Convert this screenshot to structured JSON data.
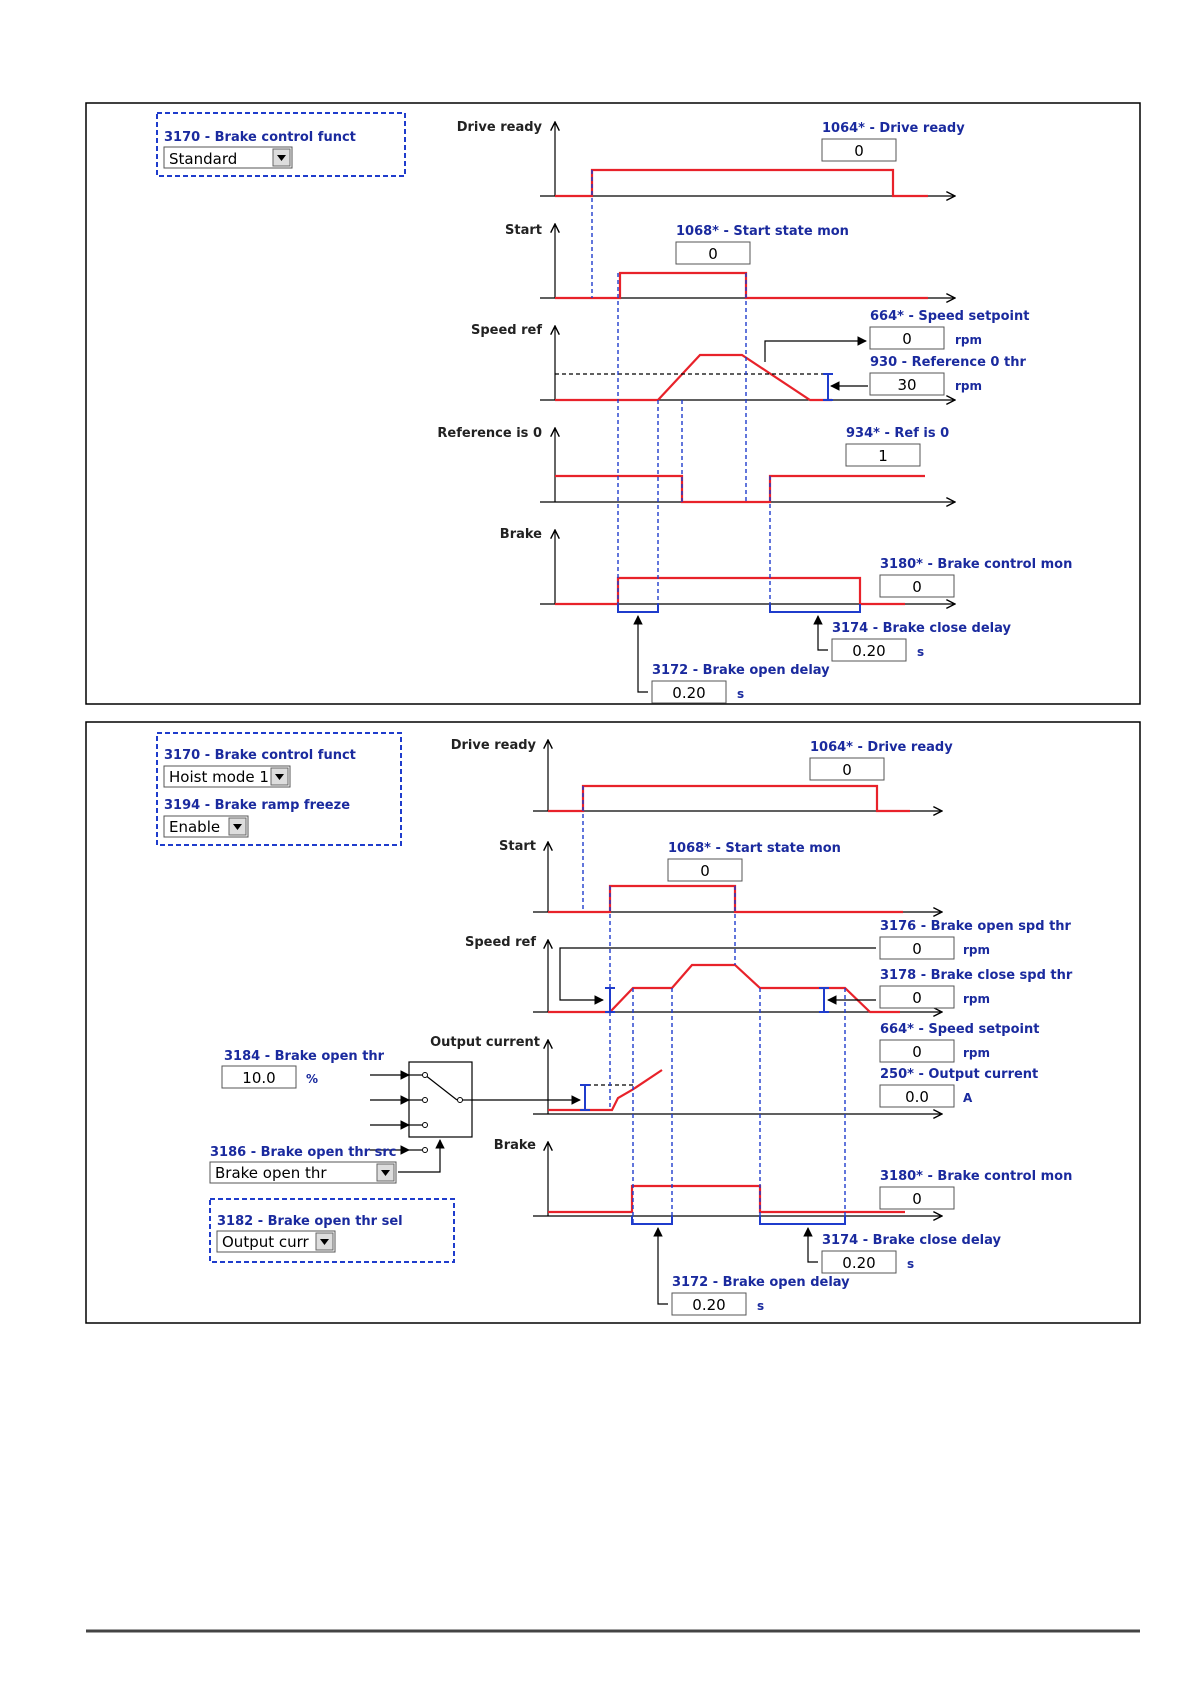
{
  "colors": {
    "signal": "#e8222a",
    "guide": "#1f3ccc",
    "param_text": "#1a2a9e",
    "axis": "#000000"
  },
  "panel1": {
    "brake_control_funct": {
      "label": "3170 - Brake control funct",
      "value": "Standard"
    },
    "axes": {
      "drive_ready": "Drive ready",
      "start": "Start",
      "speed_ref": "Speed ref",
      "reference_is_0": "Reference is 0",
      "brake": "Brake"
    },
    "params": {
      "drive_ready_mon": {
        "label": "1064* - Drive ready",
        "value": "0"
      },
      "start_state_mon": {
        "label": "1068* - Start state mon",
        "value": "0"
      },
      "speed_setpoint": {
        "label": "664* - Speed setpoint",
        "value": "0",
        "unit": "rpm"
      },
      "reference_0_thr": {
        "label": "930 - Reference 0 thr",
        "value": "30",
        "unit": "rpm"
      },
      "ref_is_0": {
        "label": "934* - Ref is 0",
        "value": "1"
      },
      "brake_control_mon": {
        "label": "3180* - Brake control mon",
        "value": "0"
      },
      "brake_close_delay": {
        "label": "3174 - Brake close delay",
        "value": "0.20",
        "unit": "s"
      },
      "brake_open_delay": {
        "label": "3172 - Brake open delay",
        "value": "0.20",
        "unit": "s"
      }
    }
  },
  "panel2": {
    "brake_control_funct": {
      "label": "3170 - Brake control funct",
      "value": "Hoist mode 1"
    },
    "brake_ramp_freeze": {
      "label": "3194 - Brake ramp freeze",
      "value": "Enable"
    },
    "axes": {
      "drive_ready": "Drive ready",
      "start": "Start",
      "speed_ref": "Speed ref",
      "output_current": "Output current",
      "brake": "Brake"
    },
    "params": {
      "drive_ready_mon": {
        "label": "1064* - Drive ready",
        "value": "0"
      },
      "start_state_mon": {
        "label": "1068* - Start state mon",
        "value": "0"
      },
      "brake_open_spd_thr": {
        "label": "3176 - Brake open spd thr",
        "value": "0",
        "unit": "rpm"
      },
      "brake_close_spd_thr": {
        "label": "3178 - Brake close spd thr",
        "value": "0",
        "unit": "rpm"
      },
      "speed_setpoint": {
        "label": "664* - Speed setpoint",
        "value": "0",
        "unit": "rpm"
      },
      "output_current": {
        "label": "250* - Output current",
        "value": "0.0",
        "unit": "A"
      },
      "brake_open_thr": {
        "label": "3184 - Brake open thr",
        "value": "10.0",
        "unit": "%"
      },
      "brake_open_thr_src": {
        "label": "3186 - Brake open thr src",
        "value": "Brake open thr"
      },
      "brake_open_thr_sel": {
        "label": "3182 - Brake open thr sel",
        "value": "Output curr"
      },
      "brake_control_mon": {
        "label": "3180* - Brake control mon",
        "value": "0"
      },
      "brake_close_delay": {
        "label": "3174 - Brake close delay",
        "value": "0.20",
        "unit": "s"
      },
      "brake_open_delay": {
        "label": "3172 - Brake open delay",
        "value": "0.20",
        "unit": "s"
      }
    }
  }
}
